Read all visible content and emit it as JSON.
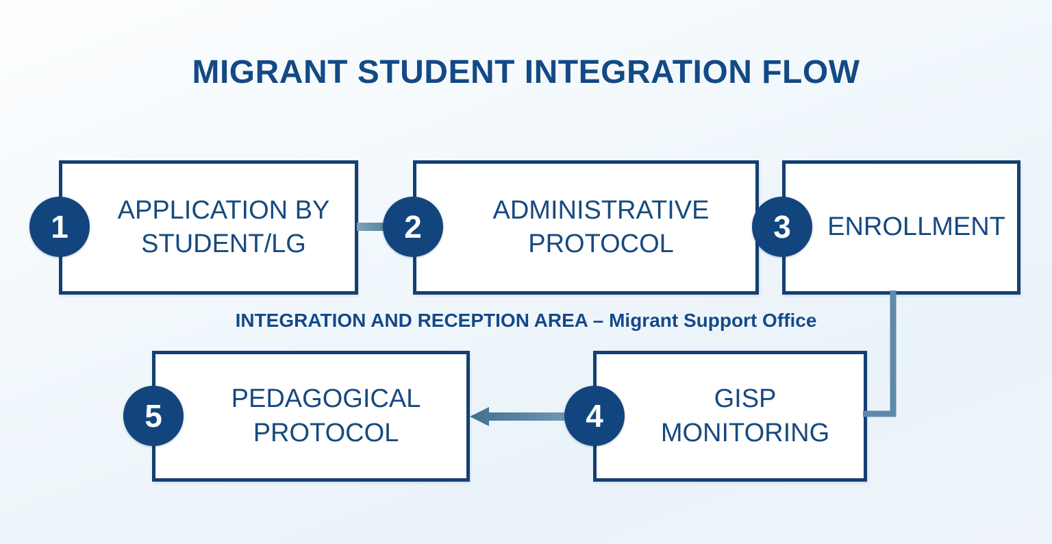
{
  "diagram": {
    "title": "MIGRANT STUDENT INTEGRATION FLOW",
    "caption": "INTEGRATION AND RECEPTION AREA – Migrant Support Office",
    "colors": {
      "primary_blue": "#143f72",
      "text_blue": "#16497f",
      "badge_blue": "#12457d",
      "arrow_blue": "#4d7fa3",
      "box_fill": "#ffffff",
      "background": "#eef5fa"
    },
    "steps": [
      {
        "number": "1",
        "label": "APPLICATION BY\nSTUDENT/LG"
      },
      {
        "number": "2",
        "label": "ADMINISTRATIVE\nPROTOCOL"
      },
      {
        "number": "3",
        "label": "ENROLLMENT"
      },
      {
        "number": "4",
        "label": "GISP\nMONITORING"
      },
      {
        "number": "5",
        "label": "PEDAGOGICAL\nPROTOCOL"
      }
    ],
    "connectors": [
      {
        "name": "arrow-step1-to-step2",
        "from": "1",
        "to": "2",
        "direction": "right"
      },
      {
        "name": "arrow-step2-to-step3",
        "from": "2",
        "to": "3",
        "direction": "right"
      },
      {
        "name": "elbow-step3-to-step4",
        "from": "3",
        "to": "4",
        "direction": "down-left"
      },
      {
        "name": "arrow-step4-to-step5",
        "from": "4",
        "to": "5",
        "direction": "left"
      }
    ]
  }
}
